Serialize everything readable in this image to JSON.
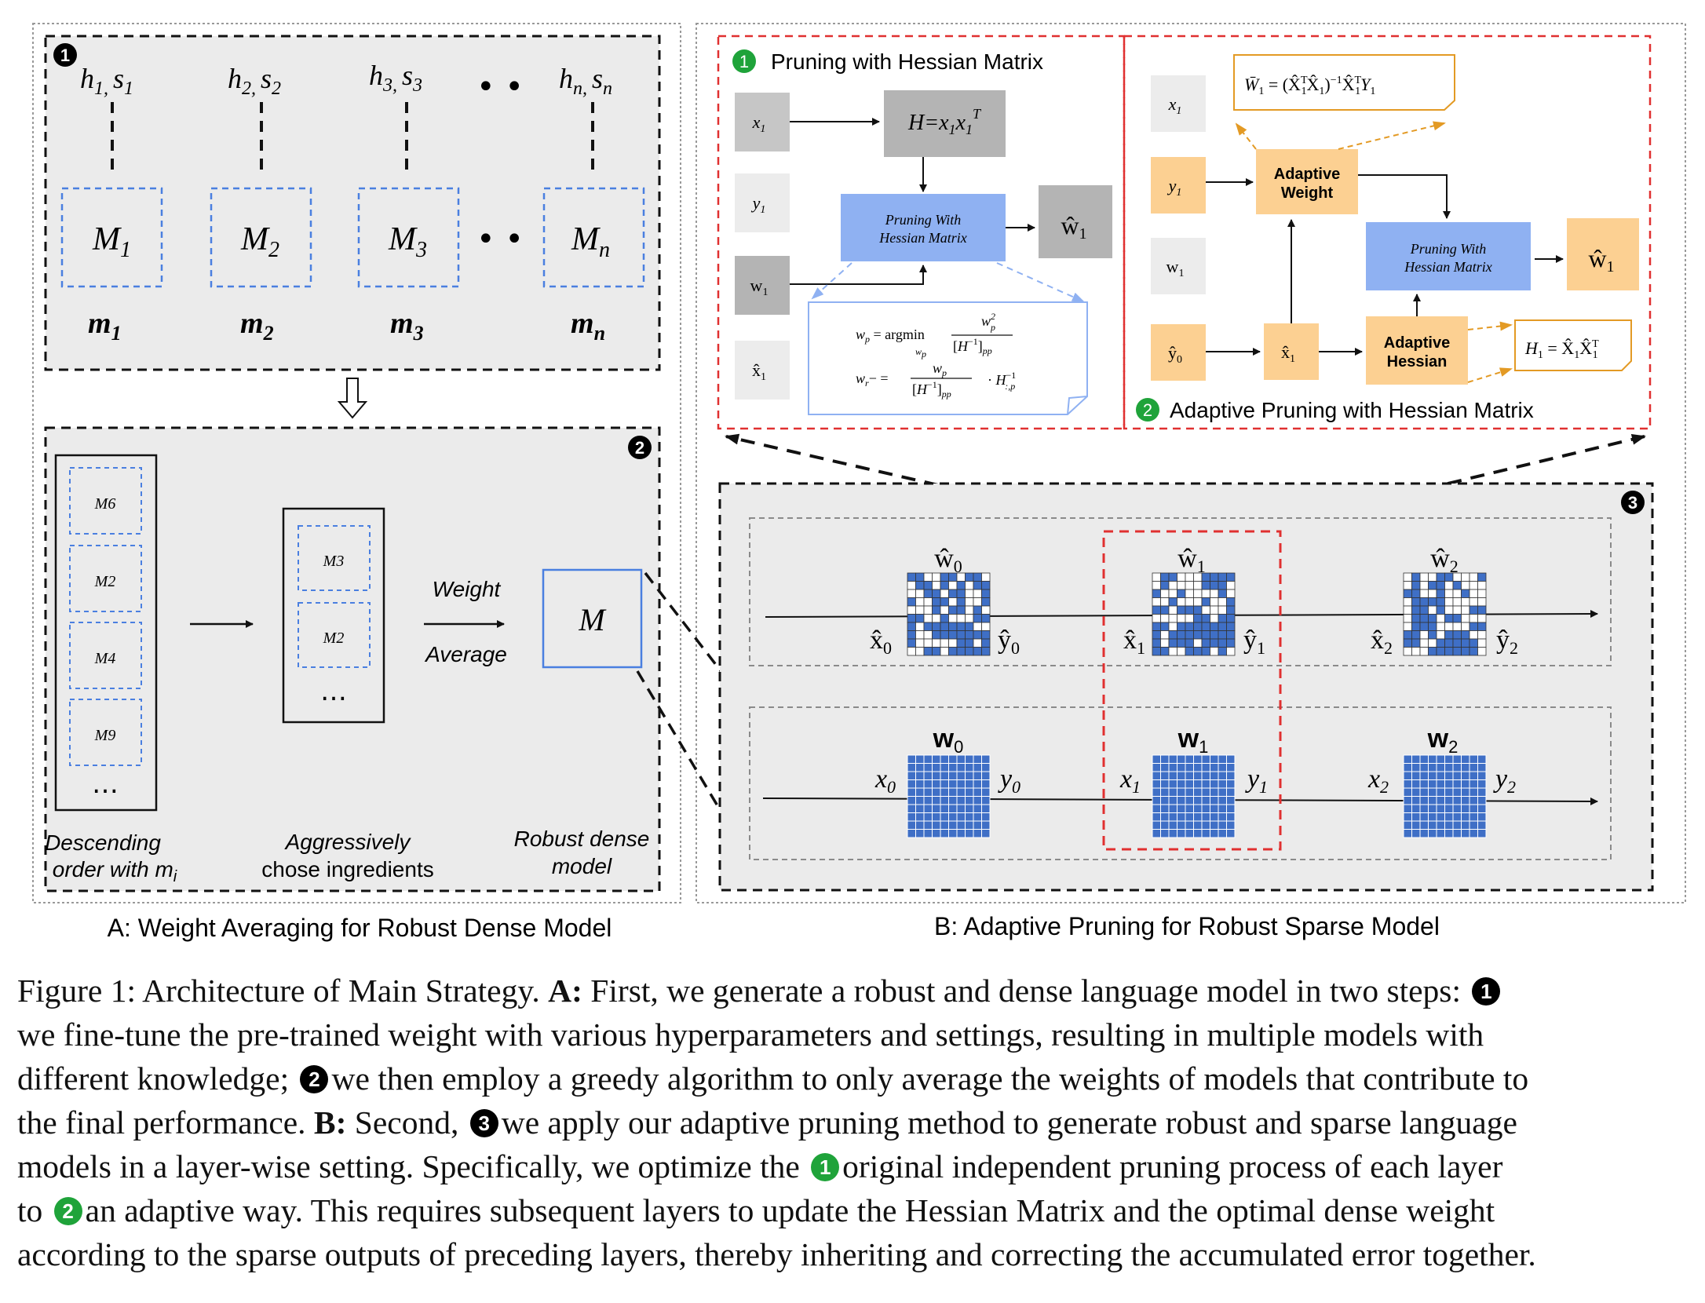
{
  "panelA": {
    "badge1": "1",
    "hs_labels": [
      {
        "h": "h",
        "hs": "1,",
        "s": "s",
        "ss": "1"
      },
      {
        "h": "h",
        "hs": "2,",
        "s": "s",
        "ss": "2"
      },
      {
        "h": "h",
        "hs": "3,",
        "s": "s",
        "ss": "3"
      },
      {
        "h": "h",
        "hs": "n,",
        "s": "s",
        "ss": "n"
      }
    ],
    "models": [
      {
        "M": "M",
        "sub": "1"
      },
      {
        "M": "M",
        "sub": "2"
      },
      {
        "M": "M",
        "sub": "3"
      },
      {
        "M": "M",
        "sub": "n"
      }
    ],
    "metrics": [
      {
        "m": "m",
        "sub": "1"
      },
      {
        "m": "m",
        "sub": "2"
      },
      {
        "m": "m",
        "sub": "3"
      },
      {
        "m": "m",
        "sub": "n"
      }
    ],
    "dots": "• •",
    "badge2": "2",
    "desc_list": [
      "M6",
      "M2",
      "M4",
      "M9"
    ],
    "chosen_list": [
      "M3",
      "M2"
    ],
    "ellipsis": "…",
    "weight": "Weight",
    "average": "Average",
    "final_model": "M",
    "label_desc_1": "Descending",
    "label_desc_2": "order with m",
    "label_desc_sub": "i",
    "label_aggr_1": "Aggressively",
    "label_aggr_2": "chose ingredients",
    "label_robust_1": "Robust dense",
    "label_robust_2": "model",
    "title": "A: Weight Averaging for Robust Dense Model"
  },
  "panelB": {
    "sub1_badge": "1",
    "sub1_title": "Pruning with Hessian Matrix",
    "sub1_x1": "x",
    "sub1_y1": "y",
    "sub1_w1": "w",
    "sub1_xhat": "x̂",
    "hessian": "H=x",
    "hessian_tail": "x",
    "prune_1": "Pruning With",
    "prune_2": "Hessian Matrix",
    "w_hat": "ŵ",
    "formula_wp": "w",
    "formula_argmin": "argmin",
    "formula_wr": "w",
    "sub2_badge": "2",
    "sub2_title": "Adaptive Pruning with Hessian Matrix",
    "sub2_x1": "x",
    "sub2_y1": "y",
    "sub2_w1": "w",
    "sub2_y0hat": "ŷ",
    "sub2_x1hat": "x̂",
    "adaptive_weight_1": "Adaptive",
    "adaptive_weight_2": "Weight",
    "adaptive_hessian_1": "Adaptive",
    "adaptive_hessian_2": "Hessian",
    "formula_wbar": "W̄",
    "formula_h1": "H",
    "badge3": "3",
    "sparse_layers": [
      {
        "w": "ŵ",
        "wsub": "0",
        "x": "x̂",
        "xsub": "0",
        "y": "ŷ",
        "ysub": "0"
      },
      {
        "w": "ŵ",
        "wsub": "1",
        "x": "x̂",
        "xsub": "1",
        "y": "ŷ",
        "ysub": "1"
      },
      {
        "w": "ŵ",
        "wsub": "2",
        "x": "x̂",
        "xsub": "2",
        "y": "ŷ",
        "ysub": "2"
      }
    ],
    "dense_layers": [
      {
        "w": "w",
        "wsub": "0",
        "x": "x",
        "xsub": "0",
        "y": "y",
        "ysub": "0"
      },
      {
        "w": "w",
        "wsub": "1",
        "x": "x",
        "xsub": "1",
        "y": "y",
        "ysub": "1"
      },
      {
        "w": "w",
        "wsub": "2",
        "x": "x",
        "xsub": "2",
        "y": "y",
        "ysub": "2"
      }
    ],
    "title": "B: Adaptive Pruning for Robust Sparse Model"
  },
  "caption": {
    "line1_a": "Figure 1: Architecture of Main Strategy. ",
    "line1_b": "A:",
    "line1_c": " First, we generate a robust and dense language model in two steps:",
    "badge1": "1",
    "line2": "we fine-tune the pre-trained weight with various hyperparameters and settings, resulting in multiple models with",
    "line3_a": "different knowledge;",
    "badge2": "2",
    "line3_b": "we then employ a greedy algorithm to only average the weights of models that contribute to",
    "line4_a": "the final performance. ",
    "line4_b": "B:",
    "line4_c": " Second,",
    "badge3": "3",
    "line4_d": "we apply our adaptive pruning method to generate robust and sparse language",
    "line5_a": "models in a layer-wise setting. Specifically, we optimize the",
    "badge4": "1",
    "line5_b": "original independent pruning process of each layer",
    "line6_a": "to",
    "badge5": "2",
    "line6_b": "an adaptive way. This requires subsequent layers to update the Hessian Matrix and the optimal dense weight",
    "line7": "according to the sparse outputs of preceding layers, thereby inheriting and correcting the accumulated error together."
  },
  "colors": {
    "blue_fill": "#8fb1f2",
    "dashed_blue": "#4a7fe0",
    "orange_fill": "#fcd092",
    "orange_arrow": "#e39a24",
    "grid_blue": "#3f6fc6",
    "red_dash": "#e03030",
    "panel_gray": "#ebebeb",
    "green_badge": "#1fa33a"
  }
}
